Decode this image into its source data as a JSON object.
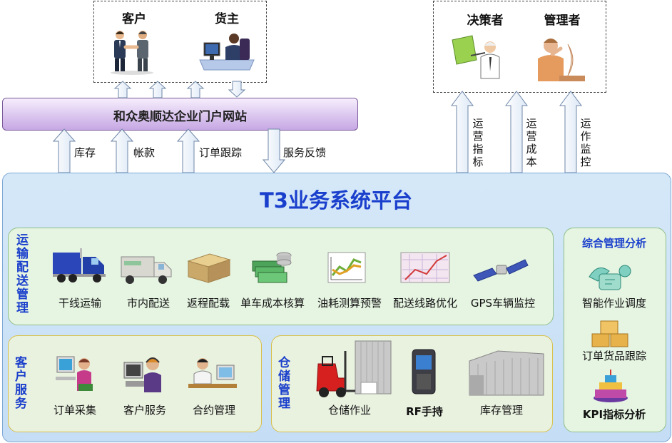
{
  "external_users": {
    "customers_box": {
      "customer": "客户",
      "shipper": "货主"
    },
    "management_box": {
      "decision_maker": "决策者",
      "manager": "管理者"
    }
  },
  "portal": {
    "title": "和众奥顺达企业门户网站"
  },
  "portal_flows": {
    "inventory": "库存",
    "accounts": "帐款",
    "order_tracking": "订单跟踪",
    "service_feedback": "服务反馈"
  },
  "management_flows": {
    "ops_indicators": "运营指标",
    "ops_cost": "运营成本",
    "ops_monitoring": "运作监控"
  },
  "platform": {
    "title": "T3业务系统平台"
  },
  "transport": {
    "title": "运输配送管理",
    "items": [
      "干线运输",
      "市内配送",
      "返程配载",
      "单车成本核算",
      "油耗测算预警",
      "配送线路优化",
      "GPS车辆监控"
    ]
  },
  "customer_service": {
    "title": "客户服务",
    "items": [
      "订单采集",
      "客户服务",
      "合约管理"
    ]
  },
  "warehouse": {
    "title": "仓储管理",
    "items": [
      "仓储作业",
      "RF手持",
      "库存管理"
    ]
  },
  "analysis": {
    "title": "综合管理分析",
    "items": [
      "智能作业调度",
      "订单货品跟踪",
      "KPI指标分析"
    ]
  }
}
